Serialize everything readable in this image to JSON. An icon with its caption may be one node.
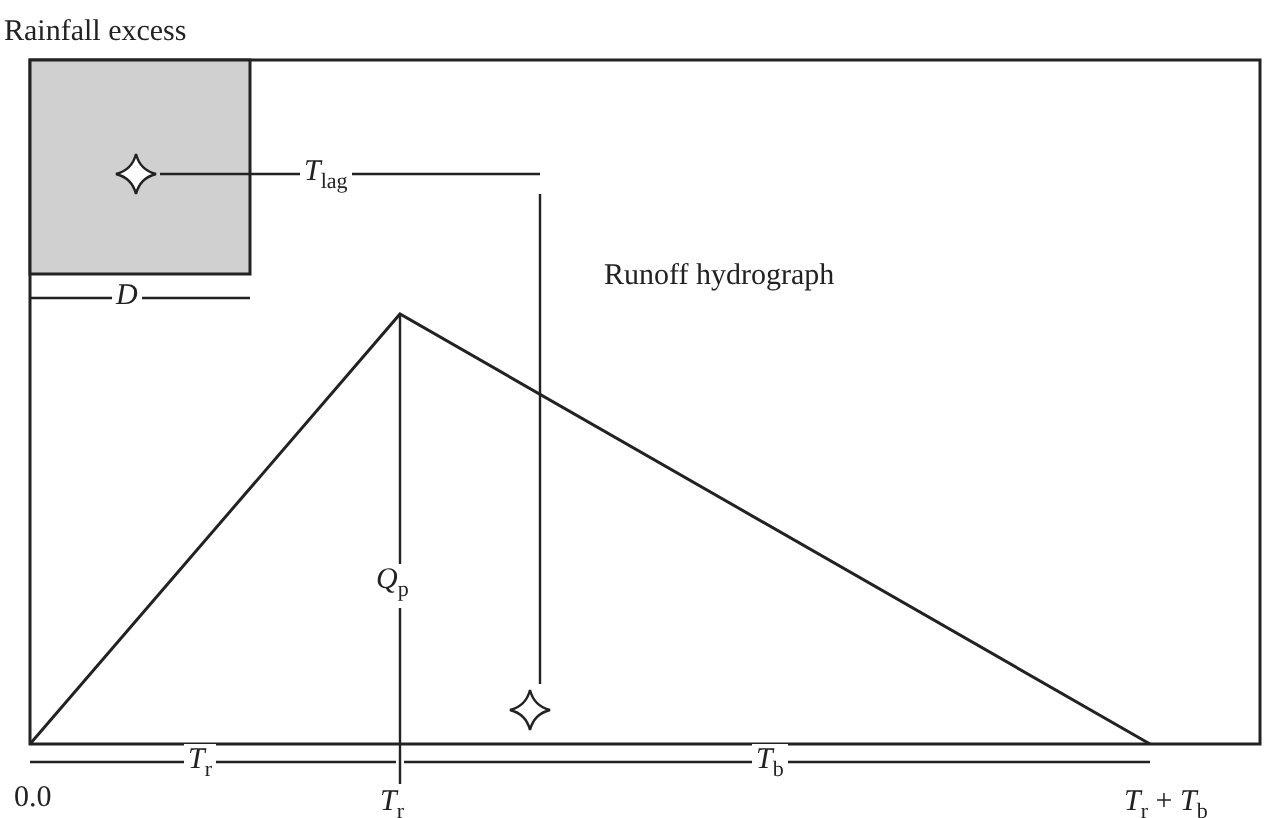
{
  "diagram": {
    "labels": [
      "Rainfall excess",
      "*T*$_{lag}$",
      "*D*",
      "Runoff hydrograph",
      "*Q*$_{p}$",
      "0.0",
      "*T*$_{r}$",
      "*T*$_{r}$",
      "*T*$_{b}$",
      "*T*$_{r}$ + *T*$_{b}$"
    ]
  }
}
